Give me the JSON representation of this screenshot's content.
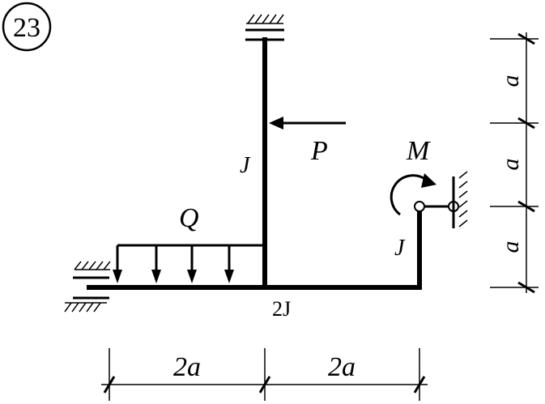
{
  "problem_number": "23",
  "labels": {
    "force_P": "P",
    "moment_M": "M",
    "load_Q": "Q",
    "stiffness_vertical": "J",
    "stiffness_right": "J",
    "stiffness_bottom": "2J"
  },
  "dimensions": {
    "horizontal": [
      "2a",
      "2a"
    ],
    "vertical": [
      "a",
      "a",
      "a"
    ]
  },
  "colors": {
    "ink": "#000000",
    "background": "#ffffff"
  }
}
